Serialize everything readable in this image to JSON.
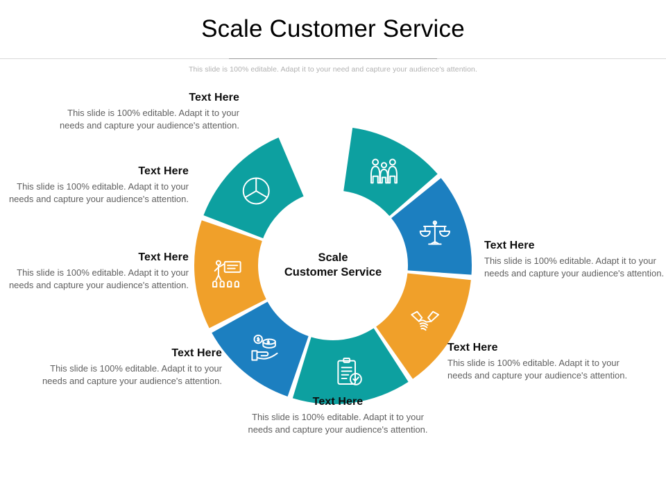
{
  "header": {
    "title": "Scale Customer Service",
    "subtitle": "This slide is 100% editable. Adapt it to your need and capture your audience's attention."
  },
  "center": {
    "line1": "Scale",
    "line2": "Customer Service"
  },
  "body_text": "This slide is 100% editable. Adapt it to your needs and capture your audience's attention.",
  "heading_text": "Text Here",
  "colors": {
    "teal": "#0da0a0",
    "blue": "#1c7fc0",
    "orange": "#f0a02a",
    "title": "#000000",
    "subtitle": "#b0b0b0",
    "body": "#5f5f5f",
    "heading": "#0d0d0d",
    "icon_stroke": "#ffffff",
    "background": "#ffffff"
  },
  "text_blocks": [
    {
      "id": "block-1",
      "heading": "Text Here",
      "body": "This slide is 100% editable. Adapt it to your needs and capture your audience's attention.",
      "align": "right",
      "segment_color": "#0da0a0",
      "segment_icon": "group-people-icon"
    },
    {
      "id": "block-2",
      "heading": "Text Here",
      "body": "This slide is 100% editable. Adapt it to your needs and capture your audience's attention.",
      "align": "right",
      "segment_color": "#1c7fc0",
      "segment_icon": "balance-scales-icon"
    },
    {
      "id": "block-3",
      "heading": "Text Here",
      "body": "This slide is 100% editable. Adapt it to your needs and capture your audience's attention.",
      "align": "right",
      "segment_color": "#f0a02a",
      "segment_icon": "handshake-icon"
    },
    {
      "id": "block-4",
      "heading": "Text Here",
      "body": "This slide is 100% editable. Adapt it to your needs and capture your audience's attention.",
      "align": "right",
      "segment_color": "#0da0a0",
      "segment_icon": "clipboard-check-icon"
    },
    {
      "id": "block-5",
      "heading": "Text Here",
      "body": "This slide is 100% editable. Adapt it to your needs and capture your audience's attention.",
      "align": "center",
      "segment_color": "#1c7fc0",
      "segment_icon": "hand-money-icon"
    },
    {
      "id": "block-6",
      "heading": "Text Here",
      "body": "This slide is 100% editable. Adapt it to your needs and capture your audience's attention.",
      "align": "left",
      "segment_color": "#f0a02a",
      "segment_icon": "presentation-training-icon"
    },
    {
      "id": "block-7",
      "heading": "Text Here",
      "body": "This slide is 100% editable. Adapt it to your needs and capture your audience's attention.",
      "align": "left",
      "segment_color": "#0da0a0",
      "segment_icon": "pie-chart-icon"
    }
  ],
  "chart_data": {
    "type": "pie",
    "title": "Scale Customer Service",
    "variant": "donut-open-arc",
    "outer_radius": 200,
    "inner_radius": 108,
    "gap_degrees": 2.2,
    "arc_start_deg": -83,
    "arc_end_deg": 275,
    "segment_count": 7,
    "segments": [
      {
        "label": "Text Here",
        "icon": "group-people-icon",
        "color": "#0da0a0",
        "start_deg": -83,
        "end_deg": -40,
        "value": 1
      },
      {
        "label": "Text Here",
        "icon": "balance-scales-icon",
        "color": "#1c7fc0",
        "start_deg": -40,
        "end_deg": 5,
        "value": 1
      },
      {
        "label": "Text Here",
        "icon": "handshake-icon",
        "color": "#f0a02a",
        "start_deg": 5,
        "end_deg": 56,
        "value": 1
      },
      {
        "label": "Text Here",
        "icon": "clipboard-check-icon",
        "color": "#0da0a0",
        "start_deg": 56,
        "end_deg": 108,
        "value": 1
      },
      {
        "label": "Text Here",
        "icon": "hand-money-icon",
        "color": "#1c7fc0",
        "start_deg": 108,
        "end_deg": 152,
        "value": 1
      },
      {
        "label": "Text Here",
        "icon": "presentation-training-icon",
        "color": "#f0a02a",
        "start_deg": 152,
        "end_deg": 200,
        "value": 1
      },
      {
        "label": "Text Here",
        "icon": "pie-chart-icon",
        "color": "#0da0a0",
        "start_deg": 200,
        "end_deg": 248,
        "value": 1
      }
    ]
  }
}
